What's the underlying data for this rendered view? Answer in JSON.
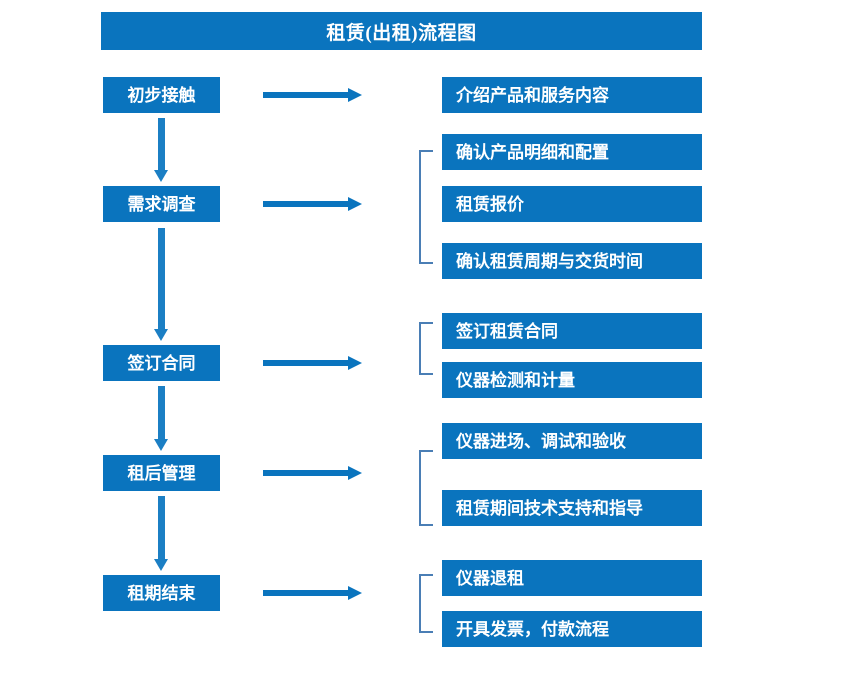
{
  "diagram": {
    "title": "租赁(出租)流程图",
    "accent_color": "#0A74BE",
    "bracket_color": "#4A7EB5",
    "text_color": "#FFFFFF",
    "background_color": "#FFFFFF",
    "stages": [
      {
        "id": "stage-1",
        "label": "初步接触"
      },
      {
        "id": "stage-2",
        "label": "需求调查"
      },
      {
        "id": "stage-3",
        "label": "签订合同"
      },
      {
        "id": "stage-4",
        "label": "租后管理"
      },
      {
        "id": "stage-5",
        "label": "租期结束"
      }
    ],
    "details": [
      {
        "id": "detail-1",
        "label": "介绍产品和服务内容"
      },
      {
        "id": "detail-2",
        "label": "确认产品明细和配置"
      },
      {
        "id": "detail-3",
        "label": "租赁报价"
      },
      {
        "id": "detail-4",
        "label": "确认租赁周期与交货时间"
      },
      {
        "id": "detail-5",
        "label": "签订租赁合同"
      },
      {
        "id": "detail-6",
        "label": "仪器检测和计量"
      },
      {
        "id": "detail-7",
        "label": "仪器进场、调试和验收"
      },
      {
        "id": "detail-8",
        "label": "租赁期间技术支持和指导"
      },
      {
        "id": "detail-9",
        "label": "仪器退租"
      },
      {
        "id": "detail-10",
        "label": "开具发票，付款流程"
      }
    ],
    "connectors": {
      "right_arrow_count": 5,
      "down_arrow_count": 4,
      "bracket_count": 4
    }
  }
}
